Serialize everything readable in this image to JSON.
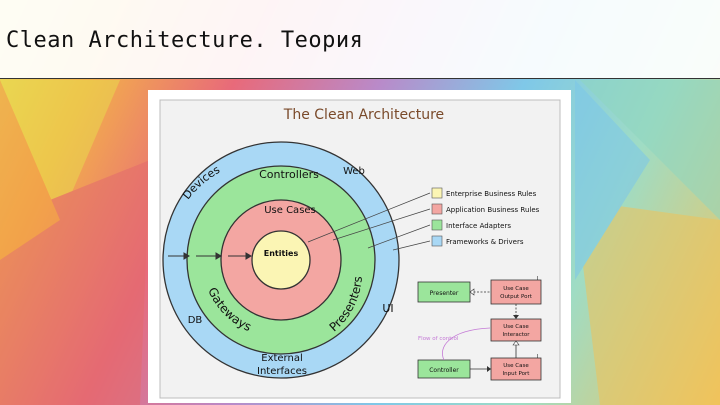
{
  "slide": {
    "title": "Clean Architecture. Теория"
  },
  "diagram": {
    "title": "The Clean Architecture",
    "rings": {
      "entities": "Entities",
      "use_cases": "Use Cases",
      "controllers": "Controllers",
      "gateways": "Gateways",
      "presenters": "Presenters",
      "devices": "Devices",
      "web": "Web",
      "ui": "UI",
      "db": "DB",
      "external_interfaces_line1": "External",
      "external_interfaces_line2": "Interfaces"
    },
    "legend": [
      {
        "label": "Enterprise Business Rules",
        "color": "#fbf5b4"
      },
      {
        "label": "Application Business Rules",
        "color": "#f3a6a2"
      },
      {
        "label": "Interface Adapters",
        "color": "#9be59b"
      },
      {
        "label": "Frameworks & Drivers",
        "color": "#a9d8f5"
      }
    ],
    "flow": {
      "presenter": "Presenter",
      "output_port_line1": "Use Case",
      "output_port_line2": "Output Port",
      "interactor_line1": "Use Case",
      "interactor_line2": "Interactor",
      "input_port_line1": "Use Case",
      "input_port_line2": "Input Port",
      "controller": "Controller",
      "flow_of_control": "Flow of control",
      "interface_marker": "I"
    },
    "colors": {
      "entities": "#fbf5b4",
      "use_cases": "#f3a6a2",
      "adapters": "#9be59b",
      "frameworks": "#a9d8f5",
      "flow_box_green": "#9be59b",
      "flow_box_red": "#f3a6a2",
      "flow_text": "#c47ad6",
      "title_brown": "#7a4a2a"
    }
  }
}
